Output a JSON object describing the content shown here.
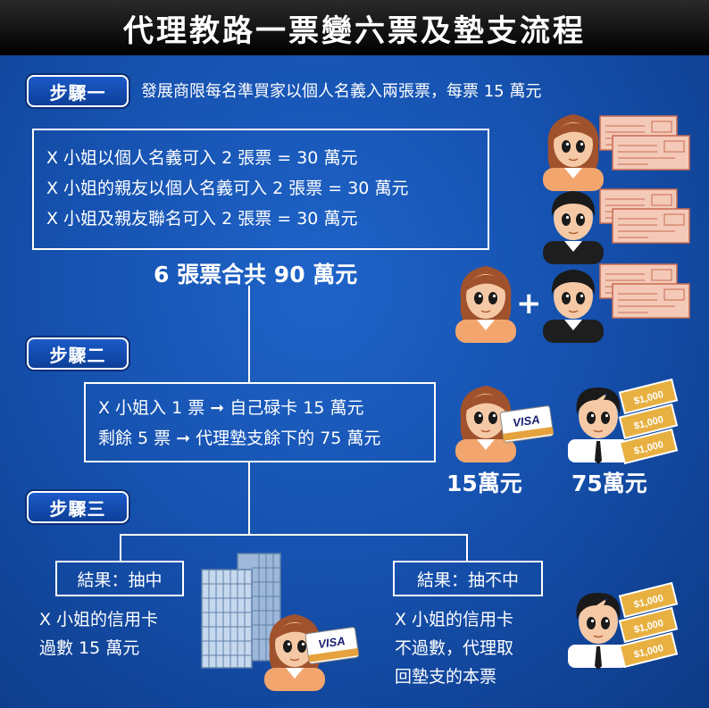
{
  "title": "代理教路一票變六票及墊支流程",
  "steps": [
    {
      "label": "步驟一",
      "desc": "發展商限每名準買家以個人名義入兩張票，每票 15 萬元"
    },
    {
      "label": "步驟二"
    },
    {
      "label": "步驟三"
    }
  ],
  "box1_lines": [
    "X 小姐以個人名義可入 2 張票 = 30 萬元",
    "X 小姐的親友以個人名義可入 2 張票 = 30 萬元",
    "X 小姐及親友聯名可入 2 張票 = 30 萬元"
  ],
  "total": "6 張票合共 90 萬元",
  "plus": "+",
  "box2_lines": [
    "X 小姐入 1 票 ➞ 自己碌卡 15 萬元",
    "剩餘 5 票 ➞ 代理墊支餘下的 75 萬元"
  ],
  "amounts": {
    "left": "15萬元",
    "right": "75萬元"
  },
  "card_text": "VISA",
  "cheque_text": "$1,000",
  "results": {
    "win": {
      "label": "結果：抽中",
      "lines": [
        "X 小姐的信用卡",
        "過數 15 萬元"
      ]
    },
    "lose": {
      "label": "結果：抽不中",
      "lines": [
        "X 小姐的信用卡",
        "不過數，代理取",
        "回墊支的本票"
      ]
    }
  },
  "icons": {
    "woman": "woman-avatar-icon",
    "man": "man-avatar-icon",
    "agent": "agent-avatar-icon",
    "cheque": "cheque-stack-icon",
    "card": "credit-card-icon",
    "money": "cash-stack-icon",
    "building": "office-building-icon"
  },
  "colors": {
    "background": "#1652b0",
    "title_bar": "#000000",
    "cheque": "#f4c9b8",
    "cash": "#e8b040",
    "skin": "#f6c9a6",
    "hair_woman": "#a0522d"
  }
}
